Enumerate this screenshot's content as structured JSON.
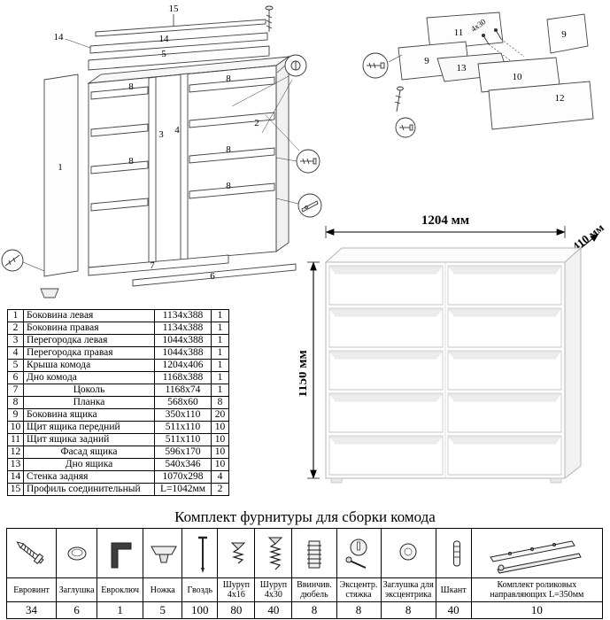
{
  "parts_table": {
    "rows": [
      {
        "num": "1",
        "name": "Боковина левая",
        "size": "1134x388",
        "qty": "1"
      },
      {
        "num": "2",
        "name": "Боковина правая",
        "size": "1134x388",
        "qty": "1"
      },
      {
        "num": "3",
        "name": "Перегородка левая",
        "size": "1044x388",
        "qty": "1"
      },
      {
        "num": "4",
        "name": "Перегородка правая",
        "size": "1044x388",
        "qty": "1"
      },
      {
        "num": "5",
        "name": "Крыша комода",
        "size": "1204x406",
        "qty": "1"
      },
      {
        "num": "6",
        "name": "Дно комода",
        "size": "1168x388",
        "qty": "1"
      },
      {
        "num": "7",
        "name": "Цоколь",
        "size": "1168x74",
        "qty": "1"
      },
      {
        "num": "8",
        "name": "Планка",
        "size": "568x60",
        "qty": "8"
      },
      {
        "num": "9",
        "name": "Боковина ящика",
        "size": "350x110",
        "qty": "20"
      },
      {
        "num": "10",
        "name": "Щит ящика передний",
        "size": "511x110",
        "qty": "10"
      },
      {
        "num": "11",
        "name": "Щит ящика задний",
        "size": "511x110",
        "qty": "10"
      },
      {
        "num": "12",
        "name": "Фасад ящика",
        "size": "596x170",
        "qty": "10"
      },
      {
        "num": "13",
        "name": "Дно ящика",
        "size": "540x346",
        "qty": "10"
      },
      {
        "num": "14",
        "name": "Стенка задняя",
        "size": "1070x298",
        "qty": "4"
      },
      {
        "num": "15",
        "name": "Профиль соединительный",
        "size": "L=1042мм",
        "qty": "2"
      }
    ]
  },
  "dimensions": {
    "width": "1204 мм",
    "depth": "410 мм",
    "height": "1150 мм"
  },
  "assembly_diagram": {
    "labels": {
      "p15": "15",
      "p14a": "14",
      "p14b": "14",
      "p5": "5",
      "p1": "1",
      "p2": "2",
      "p3": "3",
      "p4": "4",
      "p6": "6",
      "p7": "7",
      "p8a": "8",
      "p8b": "8",
      "p8c": "8",
      "p8d": "8",
      "p8e": "8"
    }
  },
  "drawer_diagram": {
    "labels": {
      "p11": "11",
      "p9a": "9",
      "p9b": "9",
      "p13": "13",
      "p10": "10",
      "p12": "12",
      "screw_size": "4x30"
    }
  },
  "hardware": {
    "title": "Комплект фурнитуры для сборки комода",
    "items": [
      {
        "name": "Евровинт",
        "qty": "34"
      },
      {
        "name": "Заглушка",
        "qty": "6"
      },
      {
        "name": "Евроключ",
        "qty": "1"
      },
      {
        "name": "Ножка",
        "qty": "5"
      },
      {
        "name": "Гвоздь",
        "qty": "100"
      },
      {
        "name": "Шуруп 4x16",
        "qty": "80"
      },
      {
        "name": "Шуруп 4x30",
        "qty": "40"
      },
      {
        "name": "Ввинчив. дюбель",
        "qty": "8"
      },
      {
        "name": "Эксцентр. стяжка",
        "qty": "8"
      },
      {
        "name": "Заглушка для эксцентрика",
        "qty": "8"
      },
      {
        "name": "Шкант",
        "qty": "40"
      },
      {
        "name": "Комплект роликовых направляющих L=350мм",
        "qty": "10"
      }
    ]
  }
}
